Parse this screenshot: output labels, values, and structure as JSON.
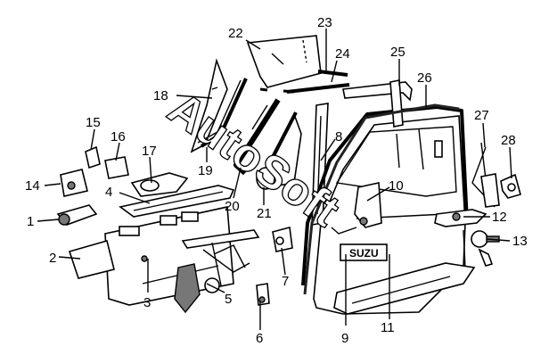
{
  "watermark": "AutoSoft",
  "plate_text": "SUZU",
  "callouts": [
    "1",
    "2",
    "3",
    "4",
    "5",
    "6",
    "7",
    "8",
    "9",
    "10",
    "11",
    "12",
    "13",
    "14",
    "15",
    "16",
    "17",
    "18",
    "19",
    "20",
    "21",
    "22",
    "23",
    "24",
    "25",
    "26",
    "27",
    "28"
  ]
}
